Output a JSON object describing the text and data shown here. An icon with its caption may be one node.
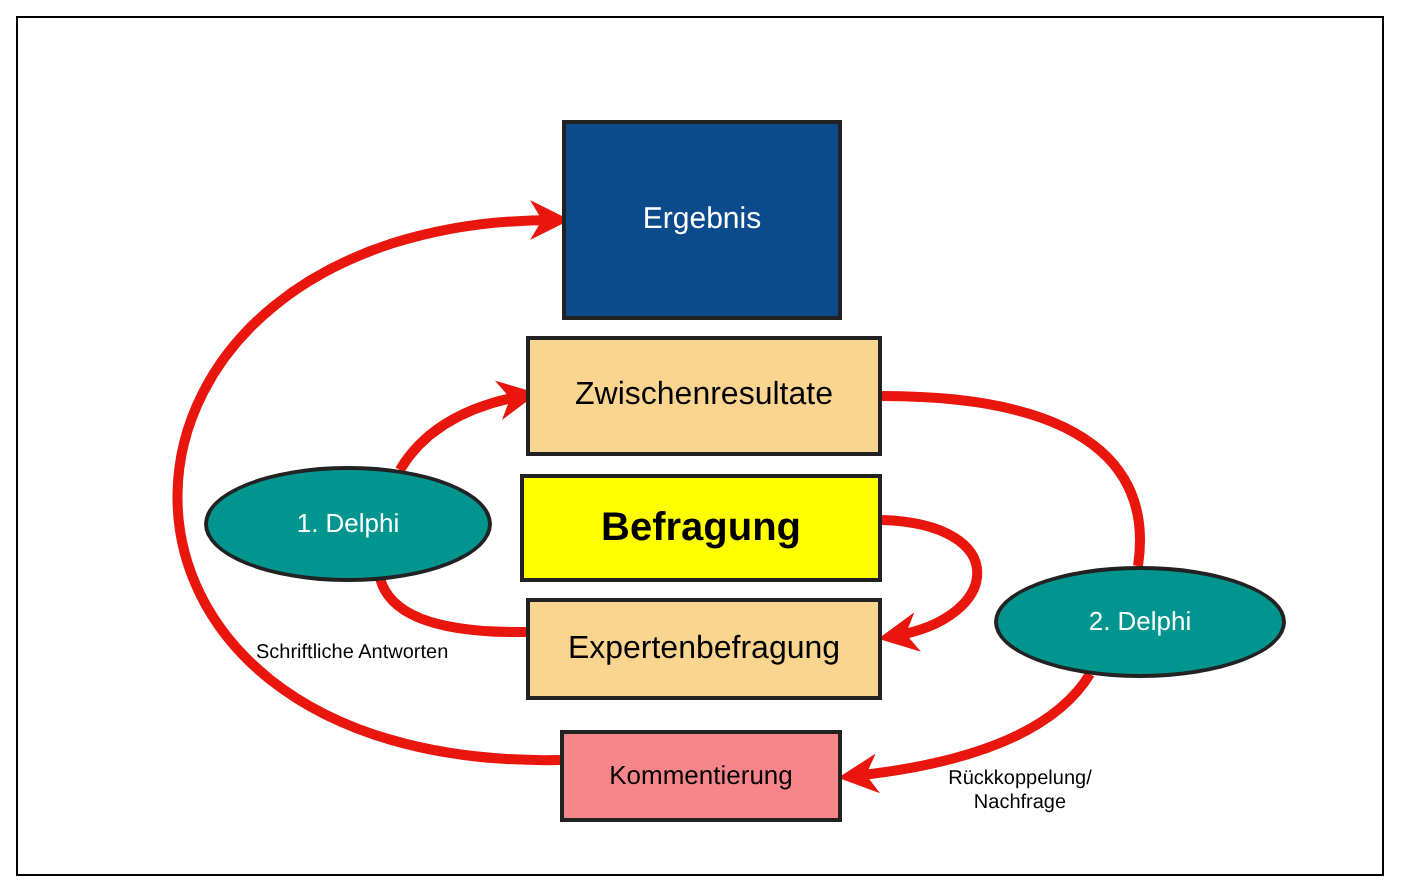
{
  "diagram": {
    "nodes": [
      {
        "text": [
          "Ergebnis"
        ]
      },
      {
        "text": [
          "Zwischenresultate"
        ]
      },
      {
        "text": [
          "Befragung"
        ]
      },
      {
        "text": [
          "Expertenbefragung"
        ]
      },
      {
        "text": [
          "Kommentierung"
        ]
      },
      {
        "text": [
          "1. Delphi"
        ]
      },
      {
        "text": [
          "2. Delphi"
        ]
      }
    ],
    "edges": [
      {
        "from": 5,
        "to": 1,
        "arrow": "to"
      },
      {
        "from": 3,
        "to": 5,
        "arrow": "none"
      },
      {
        "from": 1,
        "to": 6,
        "arrow": "none"
      },
      {
        "from": 2,
        "to": 3,
        "arrow": "to"
      },
      {
        "from": 6,
        "to": 4,
        "arrow": "to",
        "label": "Rückkoppelung/ Nachfrage"
      },
      {
        "from": 4,
        "to": 0,
        "arrow": "to"
      }
    ],
    "labels": [
      "Schriftliche Antworten"
    ]
  }
}
